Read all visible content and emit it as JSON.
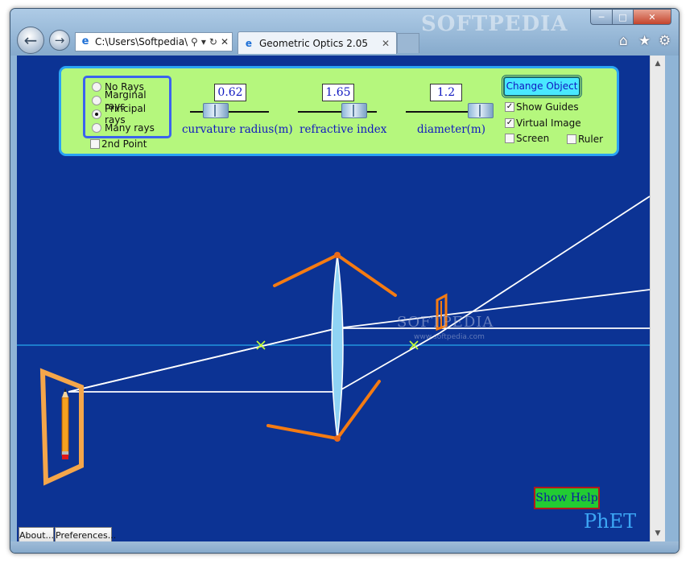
{
  "browser": {
    "address": "C:\\Users\\Softpedia\\",
    "tab_title": "Geometric Optics 2.05",
    "watermark_top": "SOFTPEDIA"
  },
  "controls": {
    "ray_options": [
      {
        "label": "No Rays",
        "selected": false
      },
      {
        "label": "Marginal rays",
        "selected": false
      },
      {
        "label": "Principal rays",
        "selected": true
      },
      {
        "label": "Many rays",
        "selected": false
      }
    ],
    "second_point": {
      "label": "2nd Point",
      "checked": false
    },
    "sliders": [
      {
        "label": "curvature radius(m)",
        "value": "0.62"
      },
      {
        "label": "refractive index",
        "value": "1.65"
      },
      {
        "label": "diameter(m)",
        "value": "1.2"
      }
    ],
    "change_object_label": "Change Object",
    "checkboxes": {
      "show_guides": {
        "label": "Show Guides",
        "checked": true
      },
      "virtual_image": {
        "label": "Virtual Image",
        "checked": true
      },
      "screen": {
        "label": "Screen",
        "checked": false
      },
      "ruler": {
        "label": "Ruler",
        "checked": false
      }
    }
  },
  "scene": {
    "watermark_center": "SOFTPEDIA",
    "watermark_url": "www.softpedia.com"
  },
  "footer": {
    "show_help_label": "Show Help",
    "phet_logo": "PhET",
    "about_label": "About...",
    "preferences_label": "Preferences..."
  },
  "colors": {
    "background": "#0c3394",
    "panel": "#b5f77d",
    "panel_border": "#2aa4f4",
    "object_frame": "#f5a64a",
    "lens": "#8fd3f4",
    "focus_marker": "#c8ff33"
  }
}
